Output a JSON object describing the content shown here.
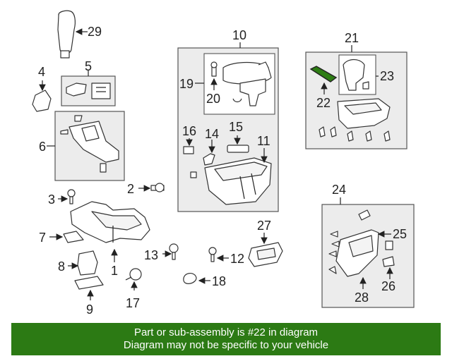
{
  "callouts": {
    "n1": "1",
    "n2": "2",
    "n3": "3",
    "n4": "4",
    "n5": "5",
    "n6": "6",
    "n7": "7",
    "n8": "8",
    "n9": "9",
    "n10": "10",
    "n11": "11",
    "n12": "12",
    "n13": "13",
    "n14": "14",
    "n15": "15",
    "n16": "16",
    "n17": "17",
    "n18": "18",
    "n19": "19",
    "n20": "20",
    "n21": "21",
    "n22": "22",
    "n23": "23",
    "n24": "24",
    "n25": "25",
    "n26": "26",
    "n27": "27",
    "n28": "28",
    "n29": "29"
  },
  "highlight": {
    "part": "22",
    "color": "#2e7d14"
  },
  "footer": {
    "line1": "Part or sub-assembly is #22 in diagram",
    "line2": "Diagram may not be specific to your vehicle",
    "background": "#2c7a14"
  }
}
